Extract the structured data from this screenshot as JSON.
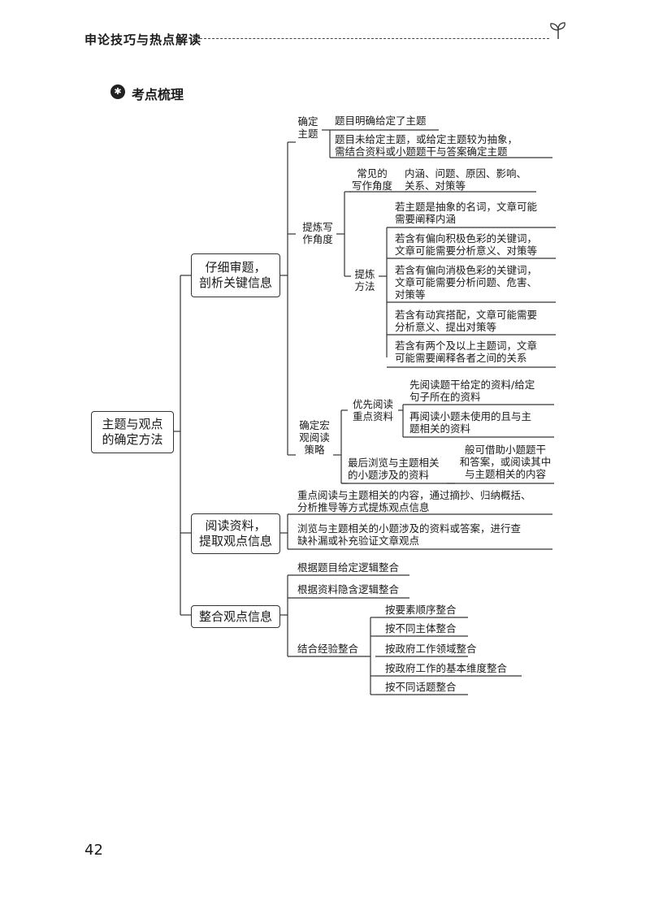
{
  "header": {
    "title": "申论技巧与热点解读"
  },
  "section": {
    "title": "考点梳理"
  },
  "root": "主题与观点\n的确定方法",
  "branch1": {
    "label": "仔细审题，\n剖析关键信息",
    "topic": {
      "label": "确定\n主题",
      "items": [
        "题目明确给定了主题",
        "题目未给定主题，或给定主题较为抽象，\n需结合资料或小题题干与答案确定主题"
      ]
    },
    "angle": {
      "label": "提炼写\n作角度",
      "common_label": "常见的\n写作角度",
      "common_text": "内涵、问题、原因、影响、\n关系、对策等",
      "method_label": "提炼\n方法",
      "methods": [
        "若主题是抽象的名词，文章可能\n需要阐释内涵",
        "若含有偏向积极色彩的关键词，\n文章可能需要分析意义、对策等",
        "若含有偏向消极色彩的关键词，\n文章可能需要分析问题、危害、\n对策等",
        "若含有动宾搭配，文章可能需要\n分析意义、提出对策等",
        "若含有两个及以上主题词，文章\n可能需要阐释各者之间的关系"
      ]
    },
    "strategy": {
      "label": "确定宏\n观阅读\n策略",
      "priority_label": "优先阅读\n重点资料",
      "priority_items": [
        "先阅读题干给定的资料/给定\n句子所在的资料",
        "再阅读小题未使用的且与主\n题相关的资料"
      ],
      "last_label": "最后浏览与主题相关\n的小题涉及的资料",
      "last_text": "般可借助小题题干\n和答案，或阅读其中\n与主题相关的内容"
    }
  },
  "branch2": {
    "label": "阅读资料，\n提取观点信息",
    "items": [
      "重点阅读与主题相关的内容，通过摘抄、归纳概括、\n分析推导等方式提炼观点信息",
      "浏览与主题相关的小题涉及的资料或答案，进行查\n缺补漏或补充验证文章观点"
    ]
  },
  "branch3": {
    "label": "整合观点信息",
    "items": [
      "根据题目给定逻辑整合",
      "根据资料隐含逻辑整合"
    ],
    "experience_label": "结合经验整合",
    "experience_items": [
      "按要素顺序整合",
      "按不同主体整合",
      "按政府工作领域整合",
      "按政府工作的基本维度整合",
      "按不同话题整合"
    ]
  },
  "page_number": "42"
}
